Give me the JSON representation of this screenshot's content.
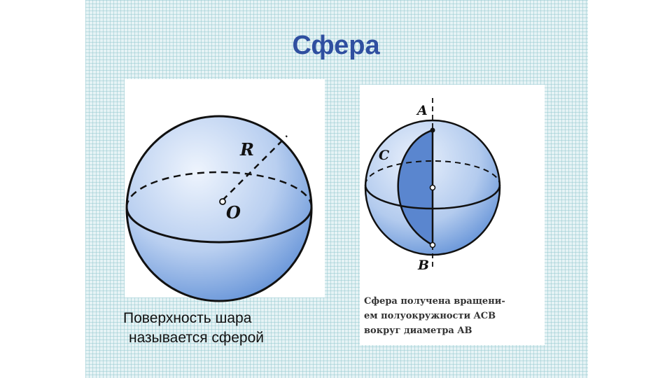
{
  "title": "Сфера",
  "left_figure": {
    "label_r": "R",
    "label_o": "O",
    "caption_line1": "Поверхность шара",
    "caption_line2": "называется сферой"
  },
  "right_figure": {
    "label_a": "A",
    "label_b": "B",
    "label_c": "C",
    "caption_line1": "Сфера получена вращени-",
    "caption_line2": "ем полуокружности ACB",
    "caption_line3": "вокруг диаметра AB"
  },
  "colors": {
    "title": "#2f4fa0",
    "sphere_light": "#d8e6f8",
    "sphere_dark": "#5f8fd6",
    "half_disk": "#5a86cf",
    "background": "#e6f3f5"
  }
}
